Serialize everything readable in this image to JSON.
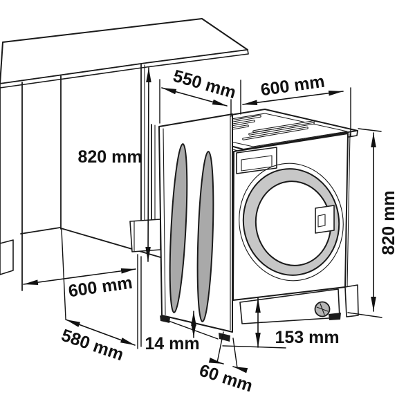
{
  "labels": {
    "niche_height": "820 mm",
    "machine_depth": "550 mm",
    "machine_width": "600 mm",
    "niche_width": "600 mm",
    "niche_depth": "580 mm",
    "foot_height": "14 mm",
    "base_height": "153 mm",
    "base_recess": "60 mm",
    "machine_height": "820 mm"
  },
  "colors": {
    "line": "#1a1a1a",
    "panel_shade": "#a9a9a9",
    "door_ring": "#c7c7c7",
    "screw": "#b5b5b5"
  }
}
